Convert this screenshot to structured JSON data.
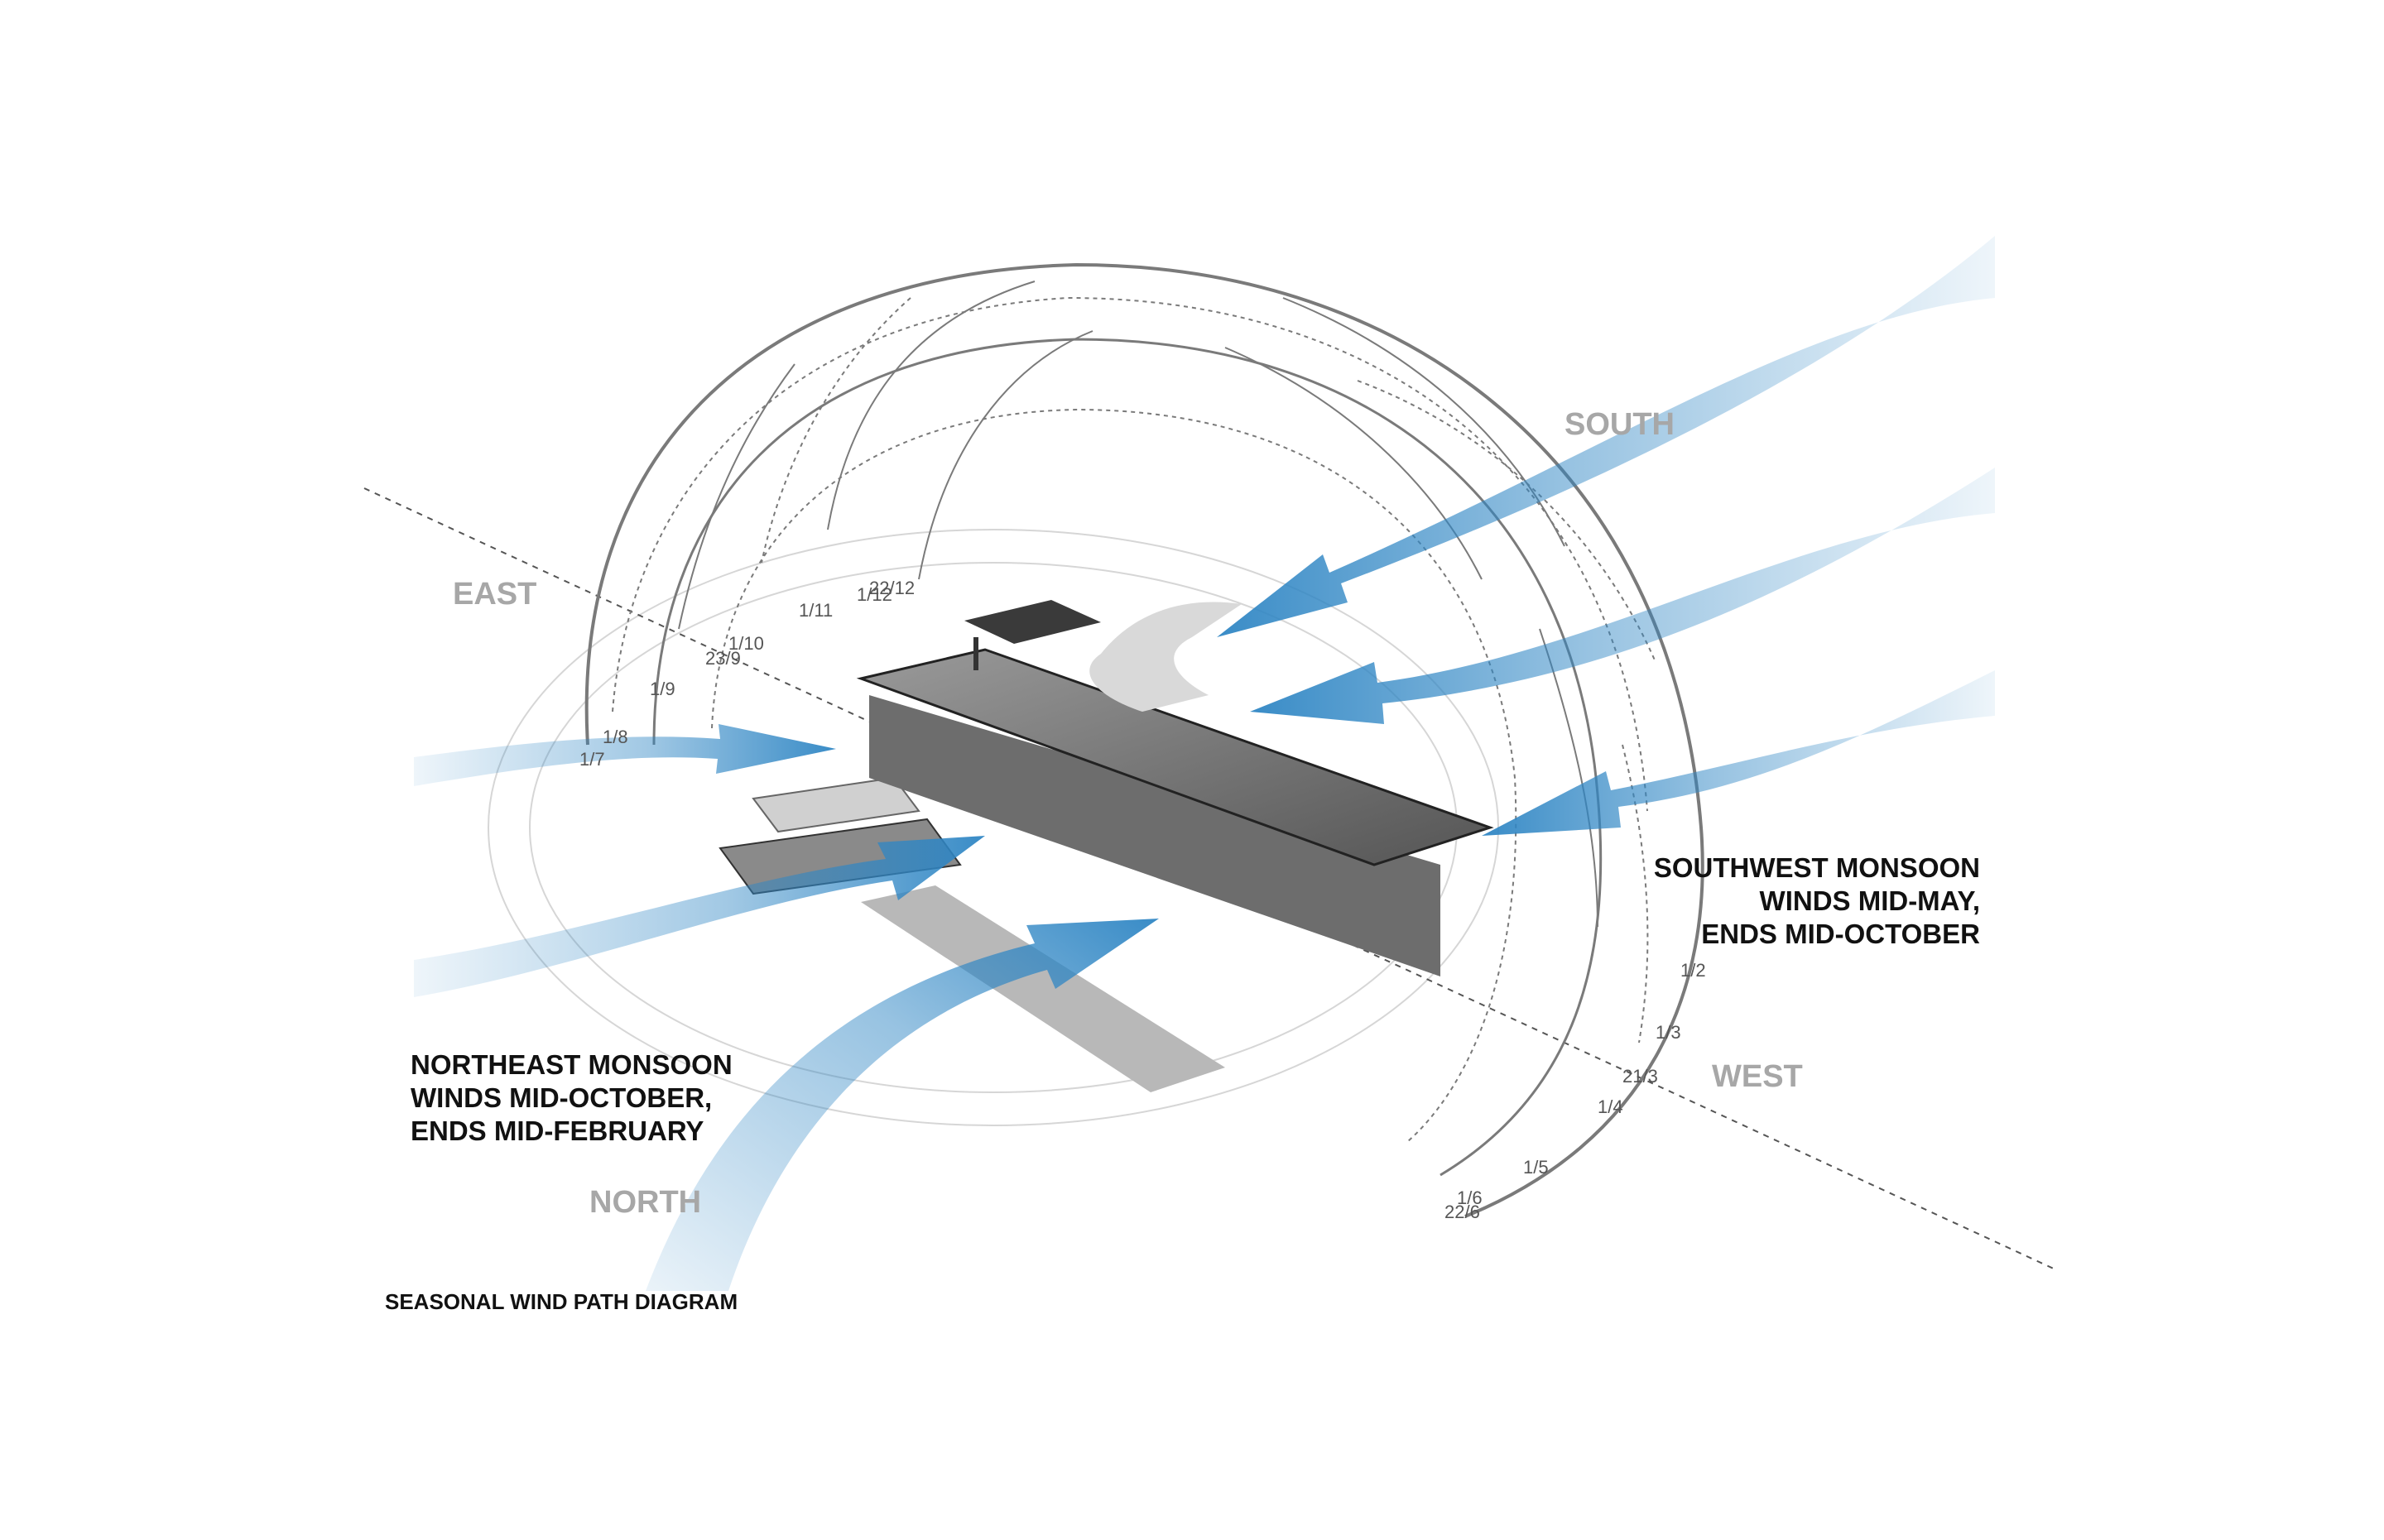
{
  "diagram": {
    "caption": "SEASONAL WIND PATH DIAGRAM",
    "compass": {
      "east": "EAST",
      "south": "SOUTH",
      "west": "WEST",
      "north": "NORTH"
    },
    "northeast_monsoon": {
      "line1": "NORTHEAST MONSOON",
      "line2": "WINDS MID-OCTOBER,",
      "line3": "ENDS MID-FEBRUARY"
    },
    "southwest_monsoon": {
      "line1": "SOUTHWEST MONSOON",
      "line2": "WINDS MID-MAY,",
      "line3": "ENDS MID-OCTOBER"
    },
    "date_marks_east": [
      "1/7",
      "1/8",
      "1/9",
      "23/9",
      "1/10",
      "1/11",
      "1/12",
      "22/12"
    ],
    "date_marks_west": [
      "1/2",
      "1/3",
      "21/3",
      "1/4",
      "1/5",
      "1/6",
      "22/6"
    ],
    "colors": {
      "wind_arrow": "#2f86c4",
      "wind_arrow_light": "#cfe6f5",
      "dome_lines": "#7a7a7a",
      "compass_text": "#a7a7a7",
      "label_text": "#111111"
    }
  }
}
